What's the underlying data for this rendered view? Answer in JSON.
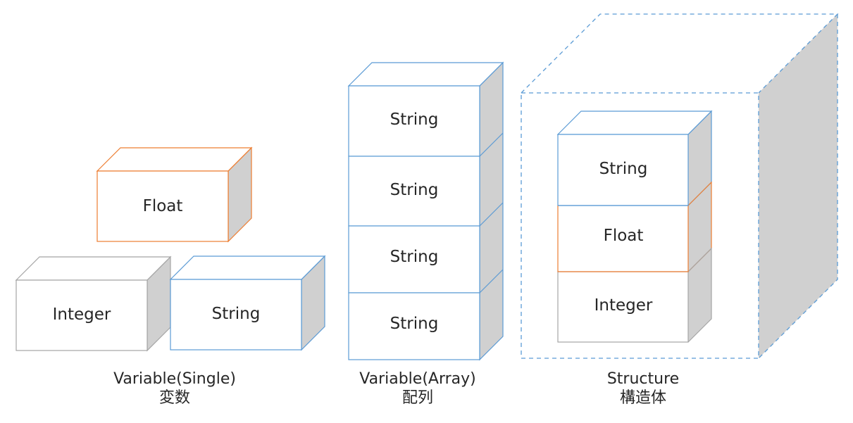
{
  "single": {
    "float_label": "Float",
    "integer_label": "Integer",
    "string_label": "String",
    "caption_line1": "Variable(Single)",
    "caption_line2": "変数"
  },
  "array": {
    "items": [
      "String",
      "String",
      "String",
      "String"
    ],
    "caption_line1": "Variable(Array)",
    "caption_line2": "配列"
  },
  "structure": {
    "items": [
      "String",
      "Float",
      "Integer"
    ],
    "caption_line1": "Structure",
    "caption_line2": "構造体"
  },
  "colors": {
    "blue": "#5b9bd5",
    "orange": "#ed7d31",
    "gray": "#a5a5a5",
    "side_fill": "#d0d0d0",
    "text": "#262626"
  }
}
